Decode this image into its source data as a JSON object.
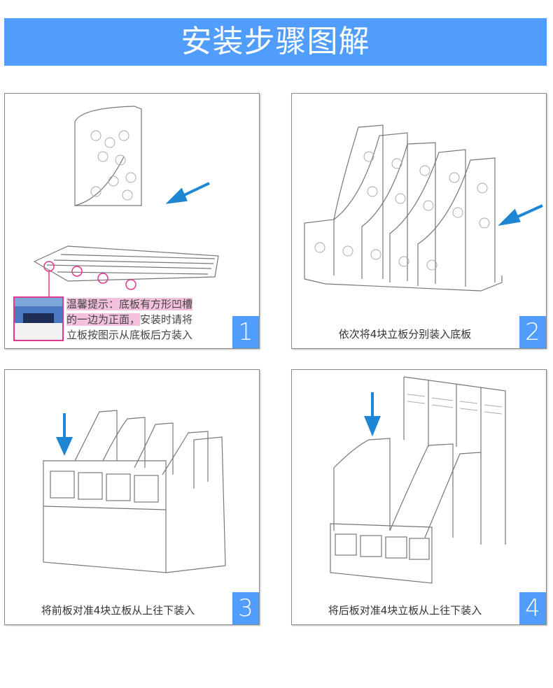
{
  "header": {
    "title": "安装步骤图解"
  },
  "steps": [
    {
      "number": "1",
      "tip_highlight_1": "温馨提示：底板有方形凹槽",
      "tip_highlight_2": "的一边为正面，",
      "tip_rest_1": "安装时请将",
      "tip_rest_2": "立板按图示从底板后方装入"
    },
    {
      "number": "2",
      "caption": "依次将4块立板分别装入底板"
    },
    {
      "number": "3",
      "caption": "将前板对准4块立板从上往下装入"
    },
    {
      "number": "4",
      "caption": "将后板对准4块立板从上往下装入"
    }
  ],
  "colors": {
    "accent": "#519dfe",
    "arrow": "#1f86d6",
    "marker": "#e0388f"
  }
}
